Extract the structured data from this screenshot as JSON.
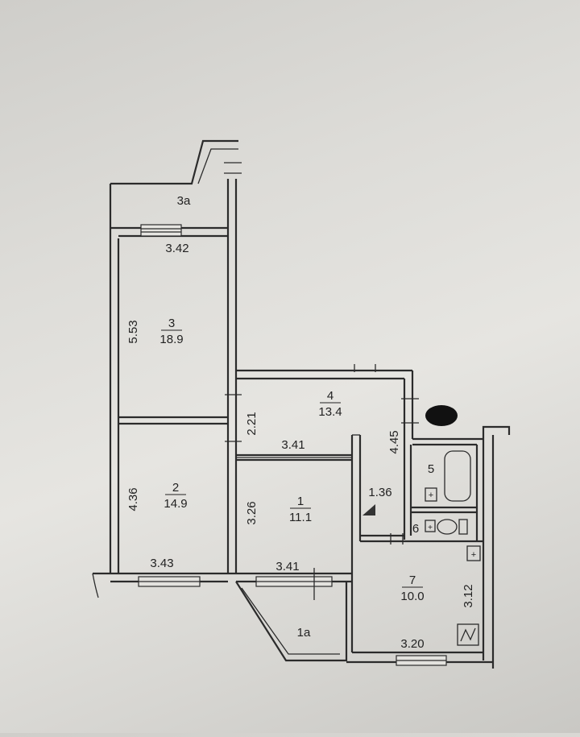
{
  "rooms": {
    "r3a": {
      "id": "3a"
    },
    "r3": {
      "id": "3",
      "area": "18.9"
    },
    "r2": {
      "id": "2",
      "area": "14.9"
    },
    "r4": {
      "id": "4",
      "area": "13.4"
    },
    "r1": {
      "id": "1",
      "area": "11.1"
    },
    "r5": {
      "id": "5"
    },
    "r6": {
      "id": "6"
    },
    "r7": {
      "id": "7",
      "area": "10.0"
    },
    "r1a": {
      "id": "1a"
    }
  },
  "dimensions": {
    "d_3a_width": "3.42",
    "d_3_height": "5.53",
    "d_2_height": "4.36",
    "d_2_width": "3.43",
    "d_4_height": "2.21",
    "d_4_width": "3.41",
    "d_4_side": "4.45",
    "d_1_height": "3.26",
    "d_1_width": "3.41",
    "d_hall": "1.36",
    "d_7_height": "3.12",
    "d_7_width": "3.20"
  }
}
